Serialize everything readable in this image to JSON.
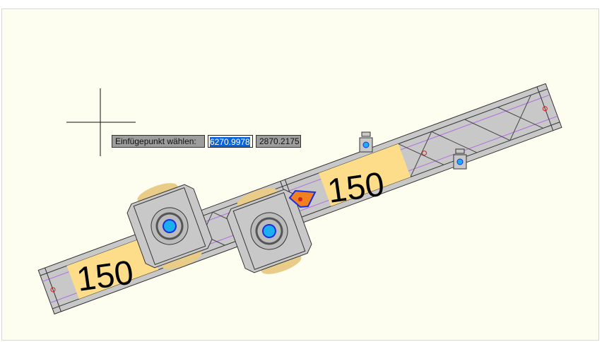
{
  "prompt": {
    "label": "Einfügepunkt wählen:",
    "x_value": "6270.9978",
    "y_value": "2870.2175"
  },
  "drawing": {
    "truss_labels": [
      "150",
      "150"
    ],
    "colors": {
      "background": "#fefef0",
      "truss": "#c8c8c8",
      "label_fill": "#fddc8a",
      "motor_center": "#1ab0f0",
      "marker": "#f08020",
      "grip": "#1a2ee0"
    }
  }
}
